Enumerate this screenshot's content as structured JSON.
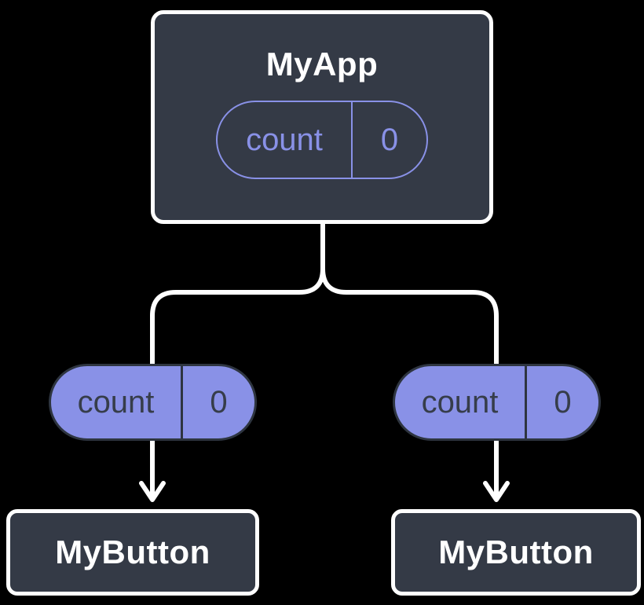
{
  "colors": {
    "background": "#000000",
    "node-fill": "#343a46",
    "node-border": "#ffffff",
    "accent-purple": "#8991e7",
    "pill-dark-text": "#363d4a",
    "pill-dark-border": "#2e3540",
    "connector": "#ffffff",
    "title-text": "#ffffff"
  },
  "tree": {
    "root": {
      "title": "MyApp",
      "state": {
        "name": "count",
        "value": "0"
      }
    },
    "props": [
      {
        "name": "count",
        "value": "0"
      },
      {
        "name": "count",
        "value": "0"
      }
    ],
    "children": [
      {
        "title": "MyButton"
      },
      {
        "title": "MyButton"
      }
    ]
  }
}
